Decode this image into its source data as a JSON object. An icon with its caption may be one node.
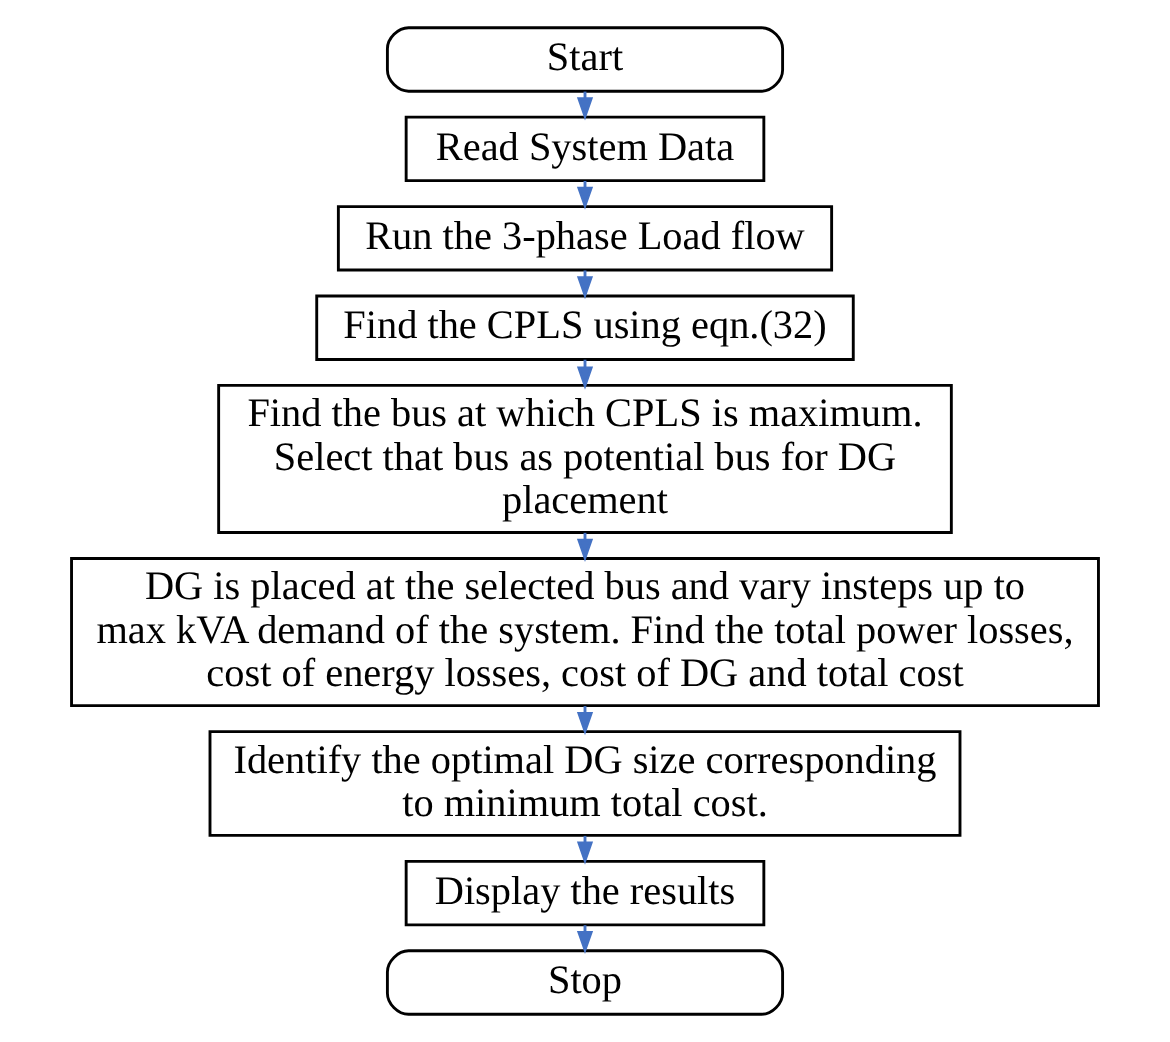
{
  "diagram": {
    "nodes": [
      {
        "text": [
          "Start"
        ]
      },
      {
        "text": [
          "Read System Data"
        ]
      },
      {
        "text": [
          "Run the 3-phase Load flow"
        ]
      },
      {
        "text": [
          "Find the CPLS using eqn.(32)"
        ]
      },
      {
        "text": [
          "Find the bus at which CPLS is maximum. Select that bus as potential bus for DG placement"
        ]
      },
      {
        "text": [
          "DG is placed at the selected bus and vary insteps up to max kVA demand of the system. Find the total power losses, cost of energy losses, cost of DG and total cost"
        ]
      },
      {
        "text": [
          "Identify the optimal DG size corresponding to minimum total cost."
        ]
      },
      {
        "text": [
          "Display the results"
        ]
      },
      {
        "text": [
          "Stop"
        ]
      }
    ],
    "edges": [
      {
        "from": 0,
        "to": 1,
        "arrow": "to"
      },
      {
        "from": 1,
        "to": 2,
        "arrow": "to"
      },
      {
        "from": 2,
        "to": 3,
        "arrow": "to"
      },
      {
        "from": 3,
        "to": 4,
        "arrow": "to"
      },
      {
        "from": 4,
        "to": 5,
        "arrow": "to"
      },
      {
        "from": 5,
        "to": 6,
        "arrow": "to"
      },
      {
        "from": 6,
        "to": 7,
        "arrow": "to"
      },
      {
        "from": 7,
        "to": 8,
        "arrow": "to"
      }
    ]
  }
}
